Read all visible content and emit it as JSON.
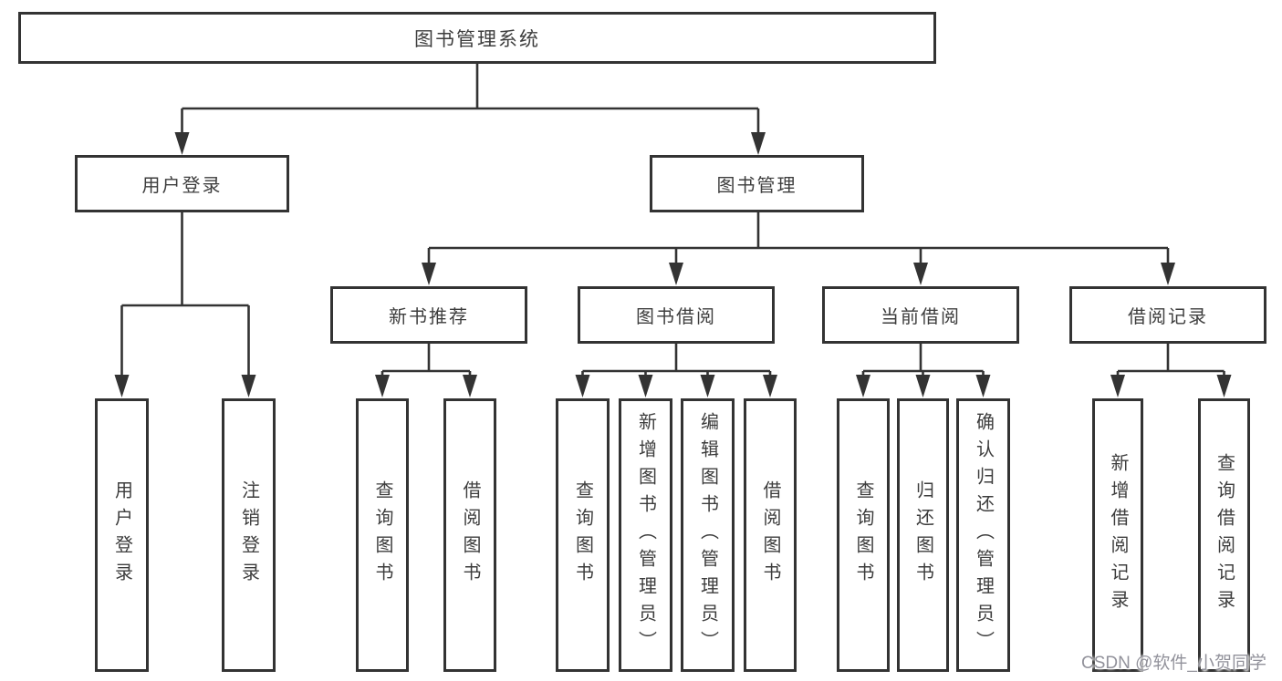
{
  "nodes": {
    "root": {
      "label": "图书管理系统"
    },
    "user_login": {
      "label": "用户登录"
    },
    "book_mgmt": {
      "label": "图书管理"
    },
    "new_book_rec": {
      "label": "新书推荐"
    },
    "book_borrow": {
      "label": "图书借阅"
    },
    "current_borrow": {
      "label": "当前借阅"
    },
    "borrow_record": {
      "label": "借阅记录"
    },
    "leaf_user_login": {
      "label": "用户登录"
    },
    "leaf_logout": {
      "label": "注销登录"
    },
    "leaf_newrec_query": {
      "label": "查询图书"
    },
    "leaf_newrec_borrow": {
      "label": "借阅图书"
    },
    "leaf_borrow_query": {
      "label": "查询图书"
    },
    "leaf_borrow_add": {
      "label": "新增图书（管理员）"
    },
    "leaf_borrow_edit": {
      "label": "编辑图书（管理员）"
    },
    "leaf_borrow_borrow": {
      "label": "借阅图书"
    },
    "leaf_current_query": {
      "label": "查询图书"
    },
    "leaf_current_return": {
      "label": "归还图书"
    },
    "leaf_current_confirm": {
      "label": "确认归还（管理员）"
    },
    "leaf_record_add": {
      "label": "新增借阅记录"
    },
    "leaf_record_query": {
      "label": "查询借阅记录"
    }
  },
  "watermark": {
    "text": "CSDN @软件_小贺同学"
  },
  "colors": {
    "line": "#333333",
    "text": "#3d3d3d",
    "watermark": "#92929b",
    "background": "#ffffff"
  }
}
